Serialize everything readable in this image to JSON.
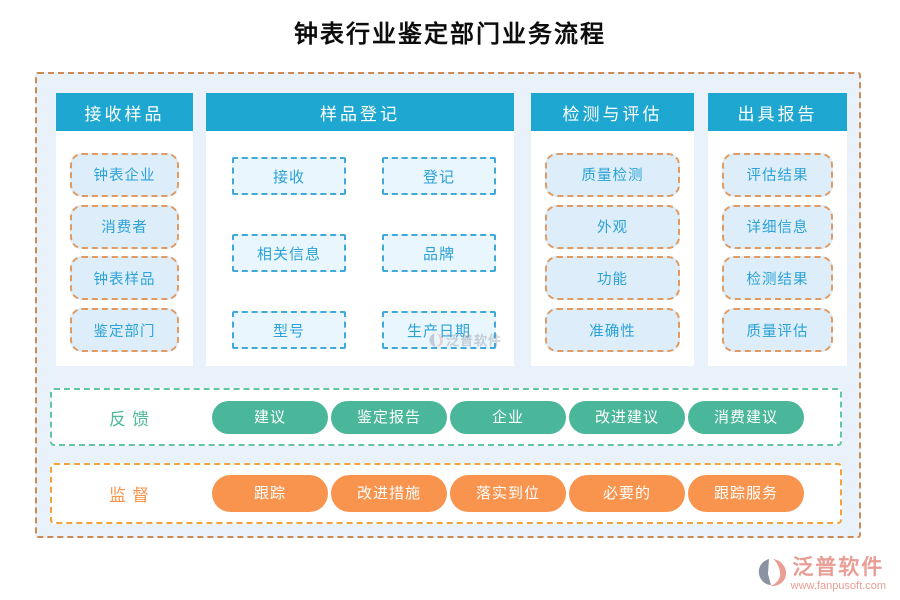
{
  "title": "钟表行业鉴定部门业务流程",
  "columns": [
    {
      "header": "接收样品",
      "items": [
        "钟表企业",
        "消费者",
        "钟表样品",
        "鉴定部门"
      ]
    },
    {
      "header": "样品登记",
      "items": [
        "接收",
        "登记",
        "相关信息",
        "品牌",
        "型号",
        "生产日期"
      ]
    },
    {
      "header": "检测与评估",
      "items": [
        "质量检测",
        "外观",
        "功能",
        "准确性"
      ]
    },
    {
      "header": "出具报告",
      "items": [
        "评估结果",
        "详细信息",
        "检测结果",
        "质量评估"
      ]
    }
  ],
  "bands": [
    {
      "label": "反馈",
      "pills": [
        "建议",
        "鉴定报告",
        "企业",
        "改进建议",
        "消费建议"
      ]
    },
    {
      "label": "监督",
      "pills": [
        "跟踪",
        "改进措施",
        "落实到位",
        "必要的",
        "跟踪服务"
      ]
    }
  ],
  "footer": {
    "brand": "泛普软件",
    "url": "www.fanpusoft.com"
  },
  "watermark": {
    "brand": "泛普软件"
  },
  "colors": {
    "header_bg": "#1ea7d1",
    "node_text": "#2ba2d6",
    "node_fill_rounded": "#ddeefa",
    "node_border_rounded": "#e09a62",
    "node_fill_square": "#eaf6fd",
    "node_border_square": "#41a8da",
    "feedback_green": "#4ab79a",
    "supervise_orange": "#f8944e",
    "outer_border": "#cd8a52",
    "outer_bg": "#e9f2fa",
    "logo_salmon": "#e89e95"
  }
}
